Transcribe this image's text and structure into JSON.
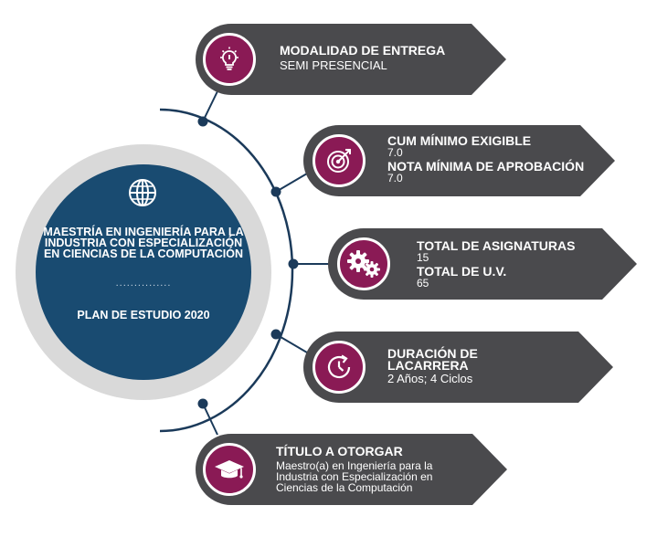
{
  "center": {
    "icon": "globe-icon",
    "title": "MAESTRÍA EN INGENIERÍA PARA LA INDUSTRIA CON ESPECIALIZACIÓN EN CIENCIAS DE LA COMPUTACIÓN",
    "separator": "...............",
    "plan": "PLAN DE ESTUDIO 2020"
  },
  "cards": {
    "modalidad": {
      "icon": "lightbulb-icon",
      "heading": "MODALIDAD DE ENTREGA",
      "value": "SEMI PRESENCIAL"
    },
    "cum": {
      "icon": "target-icon",
      "heading1": "CUM MÍNIMO EXIGIBLE",
      "value1": "7.0",
      "heading2": "NOTA MÍNIMA DE APROBACIÓN",
      "value2": "7.0"
    },
    "asignaturas": {
      "icon": "gears-icon",
      "heading1": "TOTAL DE ASIGNATURAS",
      "value1": "15",
      "heading2": "TOTAL DE U.V.",
      "value2": "65"
    },
    "duracion": {
      "icon": "clock-icon",
      "heading_line1": "DURACIÓN DE",
      "heading_line2": "LACARRERA",
      "value": "2 Años; 4 Ciclos"
    },
    "titulo": {
      "icon": "graduation-cap-icon",
      "heading": "TÍTULO A OTORGAR",
      "value_line1": "Maestro(a) en Ingeniería para la",
      "value_line2": "Industria con Especialización en",
      "value_line3": "Ciencias de la Computación"
    }
  },
  "colors": {
    "hub": "#194b71",
    "ring": "#d9d9d9",
    "card": "#4a4a4d",
    "accent": "#8a1a55",
    "line": "#1b3a5a"
  }
}
